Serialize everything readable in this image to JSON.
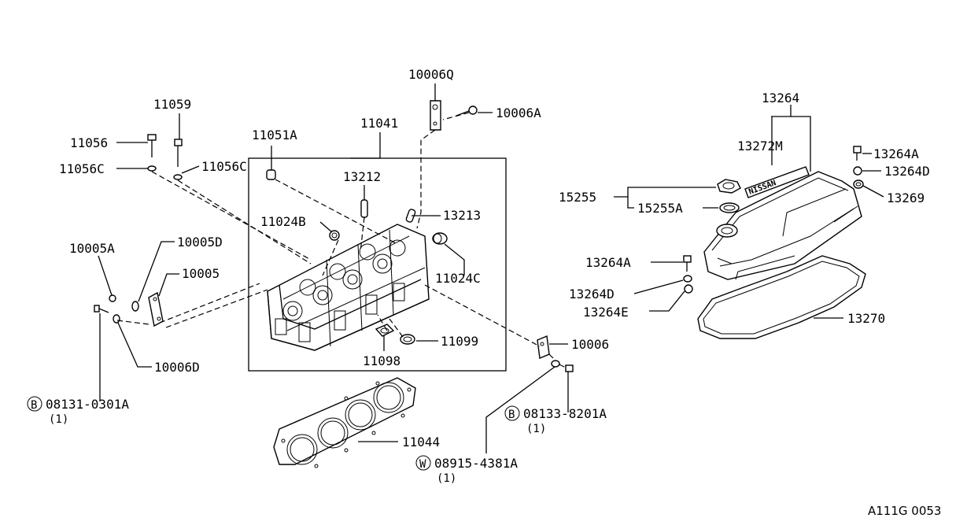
{
  "labels": {
    "p10006Q": "10006Q",
    "p10006A": "10006A",
    "p11059": "11059",
    "p11056": "11056",
    "p11056C_left": "11056C",
    "p11056C_right": "11056C",
    "p11051A": "11051A",
    "p11041": "11041",
    "p13212": "13212",
    "p11024B": "11024B",
    "p13213": "13213",
    "p11024C": "11024C",
    "p10005A": "10005A",
    "p10005D": "10005D",
    "p10005": "10005",
    "p11099": "11099",
    "p11098": "11098",
    "p10006": "10006",
    "p10006D": "10006D",
    "p08131": "08131-0301A",
    "p08131_qty": "(1)",
    "p08133": "08133-8201A",
    "p08133_qty": "(1)",
    "p11044": "11044",
    "p08915": "08915-4381A",
    "p08915_qty": "(1)",
    "p13264": "13264",
    "p13272M": "13272M",
    "p13264A_top": "13264A",
    "p13264D_top": "13264D",
    "p13269": "13269",
    "p15255": "15255",
    "p15255A": "15255A",
    "p13264A_mid": "13264A",
    "p13264D_mid": "13264D",
    "p13264E": "13264E",
    "p13270": "13270"
  },
  "symbols": {
    "bolt_letter": "B",
    "washer_letter": "W"
  },
  "cover_brand": "NISSAN",
  "figure_code": "A111G 0053"
}
